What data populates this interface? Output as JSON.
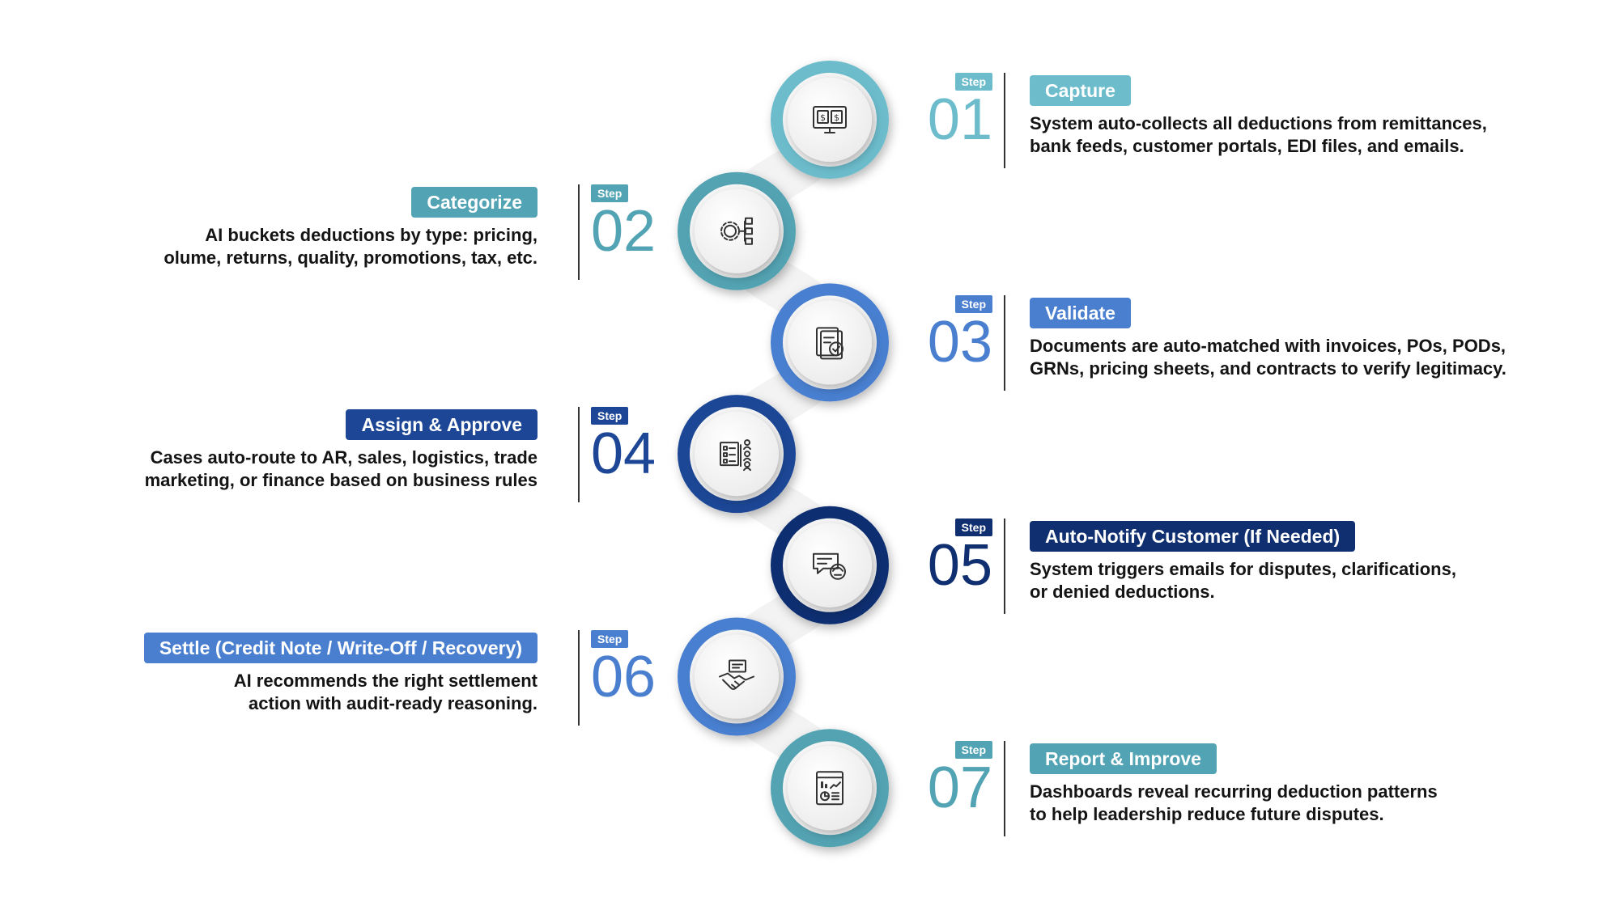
{
  "step_tag": "Step",
  "colors": {
    "teal": "#52a3b3",
    "light_teal": "#6cbccc",
    "blue": "#4a7fd0",
    "navy": "#1d4796",
    "dark_navy": "#0f2f70",
    "mid_blue": "#3c71c4",
    "text": "#141414"
  },
  "steps": [
    {
      "number": "01",
      "title": "Capture",
      "description": "System auto-collects all deductions from remittances,\nbank feeds, customer portals, EDI files, and emails.",
      "side": "right",
      "color": "#6cbccc",
      "icon": "money-monitor-icon"
    },
    {
      "number": "02",
      "title": "Categorize",
      "description": "AI buckets deductions by type: pricing,\nolume, returns, quality, promotions, tax, etc.",
      "side": "left",
      "color": "#52a3b3",
      "icon": "gear-network-icon"
    },
    {
      "number": "03",
      "title": "Validate",
      "description": "Documents are auto-matched with invoices, POs, PODs,\nGRNs, pricing sheets, and contracts to verify legitimacy.",
      "side": "right",
      "color": "#4a7fd0",
      "icon": "document-check-icon"
    },
    {
      "number": "04",
      "title": "Assign & Approve",
      "description": "Cases auto-route to AR, sales, logistics, trade\nmarketing, or finance based on business rules",
      "side": "left",
      "color": "#1d4796",
      "icon": "checklist-team-icon"
    },
    {
      "number": "05",
      "title": "Auto-Notify Customer (If Needed)",
      "description": "System triggers emails for disputes, clarifications,\nor denied deductions.",
      "side": "right",
      "color": "#0f2f70",
      "icon": "chat-support-icon"
    },
    {
      "number": "06",
      "title": "Settle (Credit Note / Write-Off / Recovery)",
      "description": "AI recommends the right settlement\naction with audit-ready reasoning.",
      "side": "left",
      "color": "#4a7fd0",
      "icon": "handshake-icon"
    },
    {
      "number": "07",
      "title": "Report & Improve",
      "description": "Dashboards reveal recurring deduction patterns\nto help leadership reduce future disputes.",
      "side": "right",
      "color": "#52a3b3",
      "icon": "report-dashboard-icon"
    }
  ]
}
